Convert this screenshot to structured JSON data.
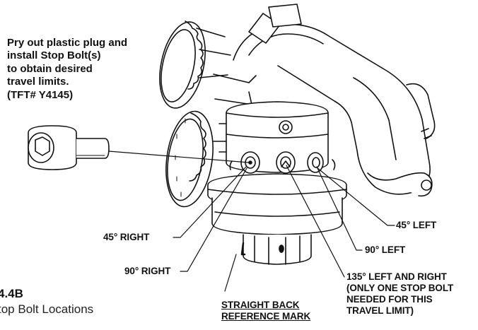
{
  "callout_note": {
    "lines": [
      "Pry out plastic plug and",
      "install Stop Bolt(s)",
      "to obtain desired",
      "travel limits.",
      "(TFT# Y4145)"
    ]
  },
  "labels": {
    "right_45": "45° RIGHT",
    "right_90": "90° RIGHT",
    "left_45": "45° LEFT",
    "left_90": "90° LEFT",
    "left_right_135": [
      "135° LEFT AND RIGHT",
      "(ONLY ONE STOP BOLT",
      "NEEDED FOR THIS",
      "TRAVEL LIMIT)"
    ],
    "straight_back": [
      "STRAIGHT BACK",
      "REFERENCE MARK"
    ]
  },
  "caption": {
    "figure_number": "4.4B",
    "title": "top Bolt Locations"
  },
  "icons": {
    "stop_bolt": "socket-head-cap-screw-icon",
    "monitor": "nozzle-monitor-drawing"
  }
}
